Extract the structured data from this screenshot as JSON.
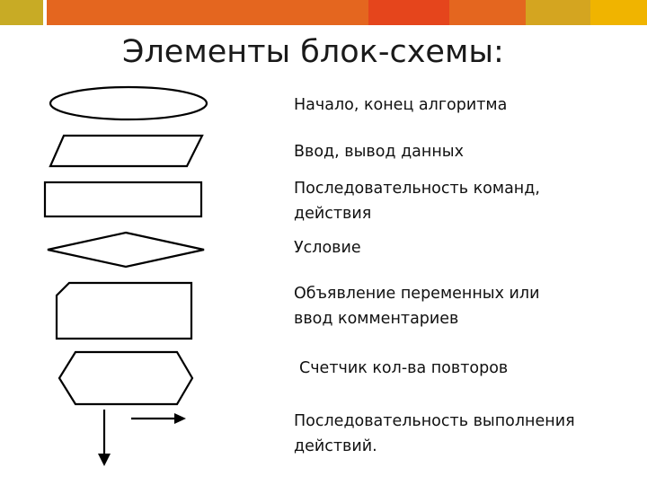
{
  "colors": {
    "bar": [
      "#c8ab25",
      "#ffffff",
      "#e4661f",
      "#e5451c",
      "#e4661f",
      "#d4a520",
      "#f0b400"
    ],
    "line": "#000000"
  },
  "slide": {
    "title": "Элементы блок-схемы:"
  },
  "elements": [
    {
      "shape": "terminator-ellipse",
      "label": "Начало, конец алгоритма"
    },
    {
      "shape": "input-output-parallelogram",
      "label": "Ввод, вывод данных"
    },
    {
      "shape": "process-rectangle",
      "label_lines": [
        "Последовательность команд,",
        "действия"
      ]
    },
    {
      "shape": "decision-diamond",
      "label": "Условие"
    },
    {
      "shape": "declaration-cut-corner-rectangle",
      "label_lines": [
        "Объявление переменных или",
        "ввод комментариев"
      ]
    },
    {
      "shape": "loop-hexagon",
      "label": "Счетчик кол-ва повторов"
    },
    {
      "shape": "flow-arrows",
      "label_lines": [
        "Последовательность выполнения",
        "действий."
      ]
    }
  ]
}
